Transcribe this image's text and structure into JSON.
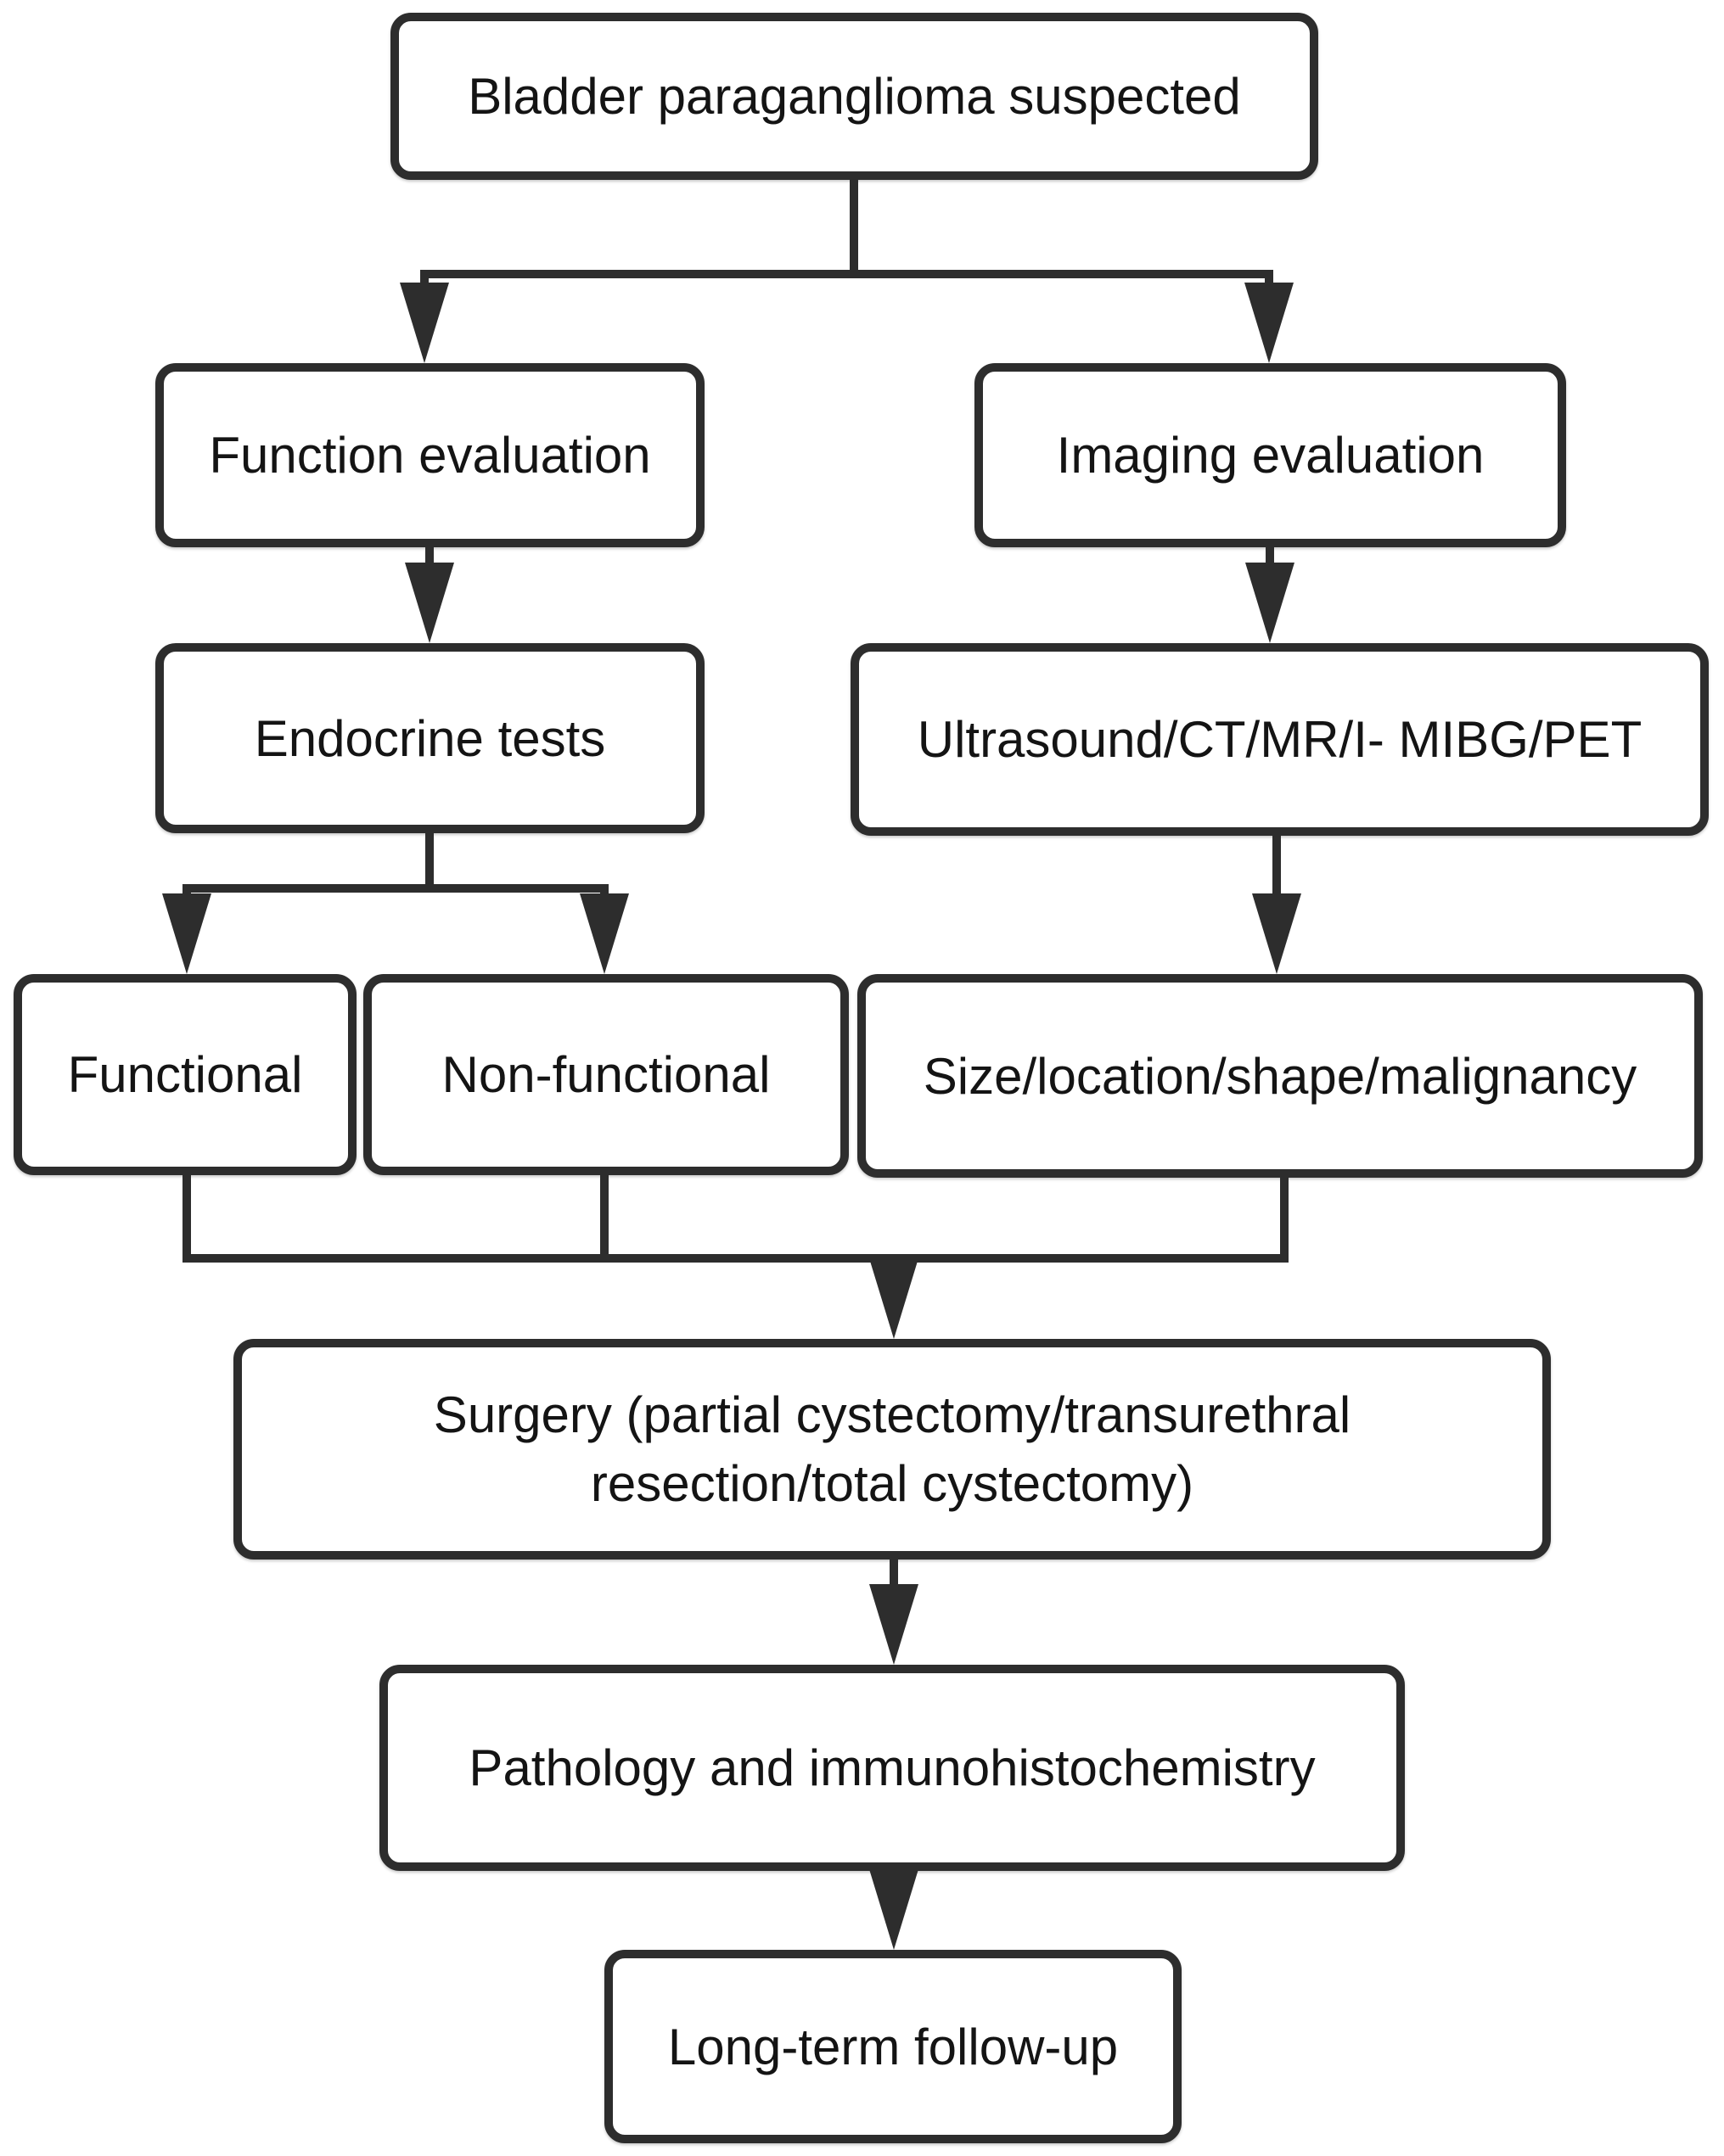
{
  "diagram": {
    "type": "flowchart",
    "subject": "Bladder paraganglioma diagnostic and treatment workflow",
    "colors": {
      "background": "#ffffff",
      "box_fill": "#ffffff",
      "box_border": "#2d2d2d",
      "connector": "#2d2d2d",
      "text": "#141414"
    },
    "nodes": {
      "start": {
        "label": "Bladder paraganglioma suspected"
      },
      "function_eval": {
        "label": "Function evaluation"
      },
      "imaging_eval": {
        "label": "Imaging evaluation"
      },
      "endocrine_tests": {
        "label": "Endocrine tests"
      },
      "imaging_modalities": {
        "label": "Ultrasound/CT/MR/I- MIBG/PET"
      },
      "functional": {
        "label": "Functional"
      },
      "non_functional": {
        "label": "Non-functional"
      },
      "tumor_characteristics": {
        "label": "Size/location/shape/malignancy"
      },
      "surgery": {
        "label": "Surgery (partial cystectomy/transurethral resection/total cystectomy)"
      },
      "pathology": {
        "label": "Pathology and immunohistochemistry"
      },
      "follow_up": {
        "label": "Long-term follow-up"
      }
    },
    "edges": [
      {
        "from": "start",
        "to": "function_eval"
      },
      {
        "from": "start",
        "to": "imaging_eval"
      },
      {
        "from": "function_eval",
        "to": "endocrine_tests"
      },
      {
        "from": "imaging_eval",
        "to": "imaging_modalities"
      },
      {
        "from": "endocrine_tests",
        "to": "functional"
      },
      {
        "from": "endocrine_tests",
        "to": "non_functional"
      },
      {
        "from": "imaging_modalities",
        "to": "tumor_characteristics"
      },
      {
        "from": "functional",
        "to": "surgery"
      },
      {
        "from": "non_functional",
        "to": "surgery"
      },
      {
        "from": "tumor_characteristics",
        "to": "surgery"
      },
      {
        "from": "surgery",
        "to": "pathology"
      },
      {
        "from": "pathology",
        "to": "follow_up"
      }
    ]
  }
}
